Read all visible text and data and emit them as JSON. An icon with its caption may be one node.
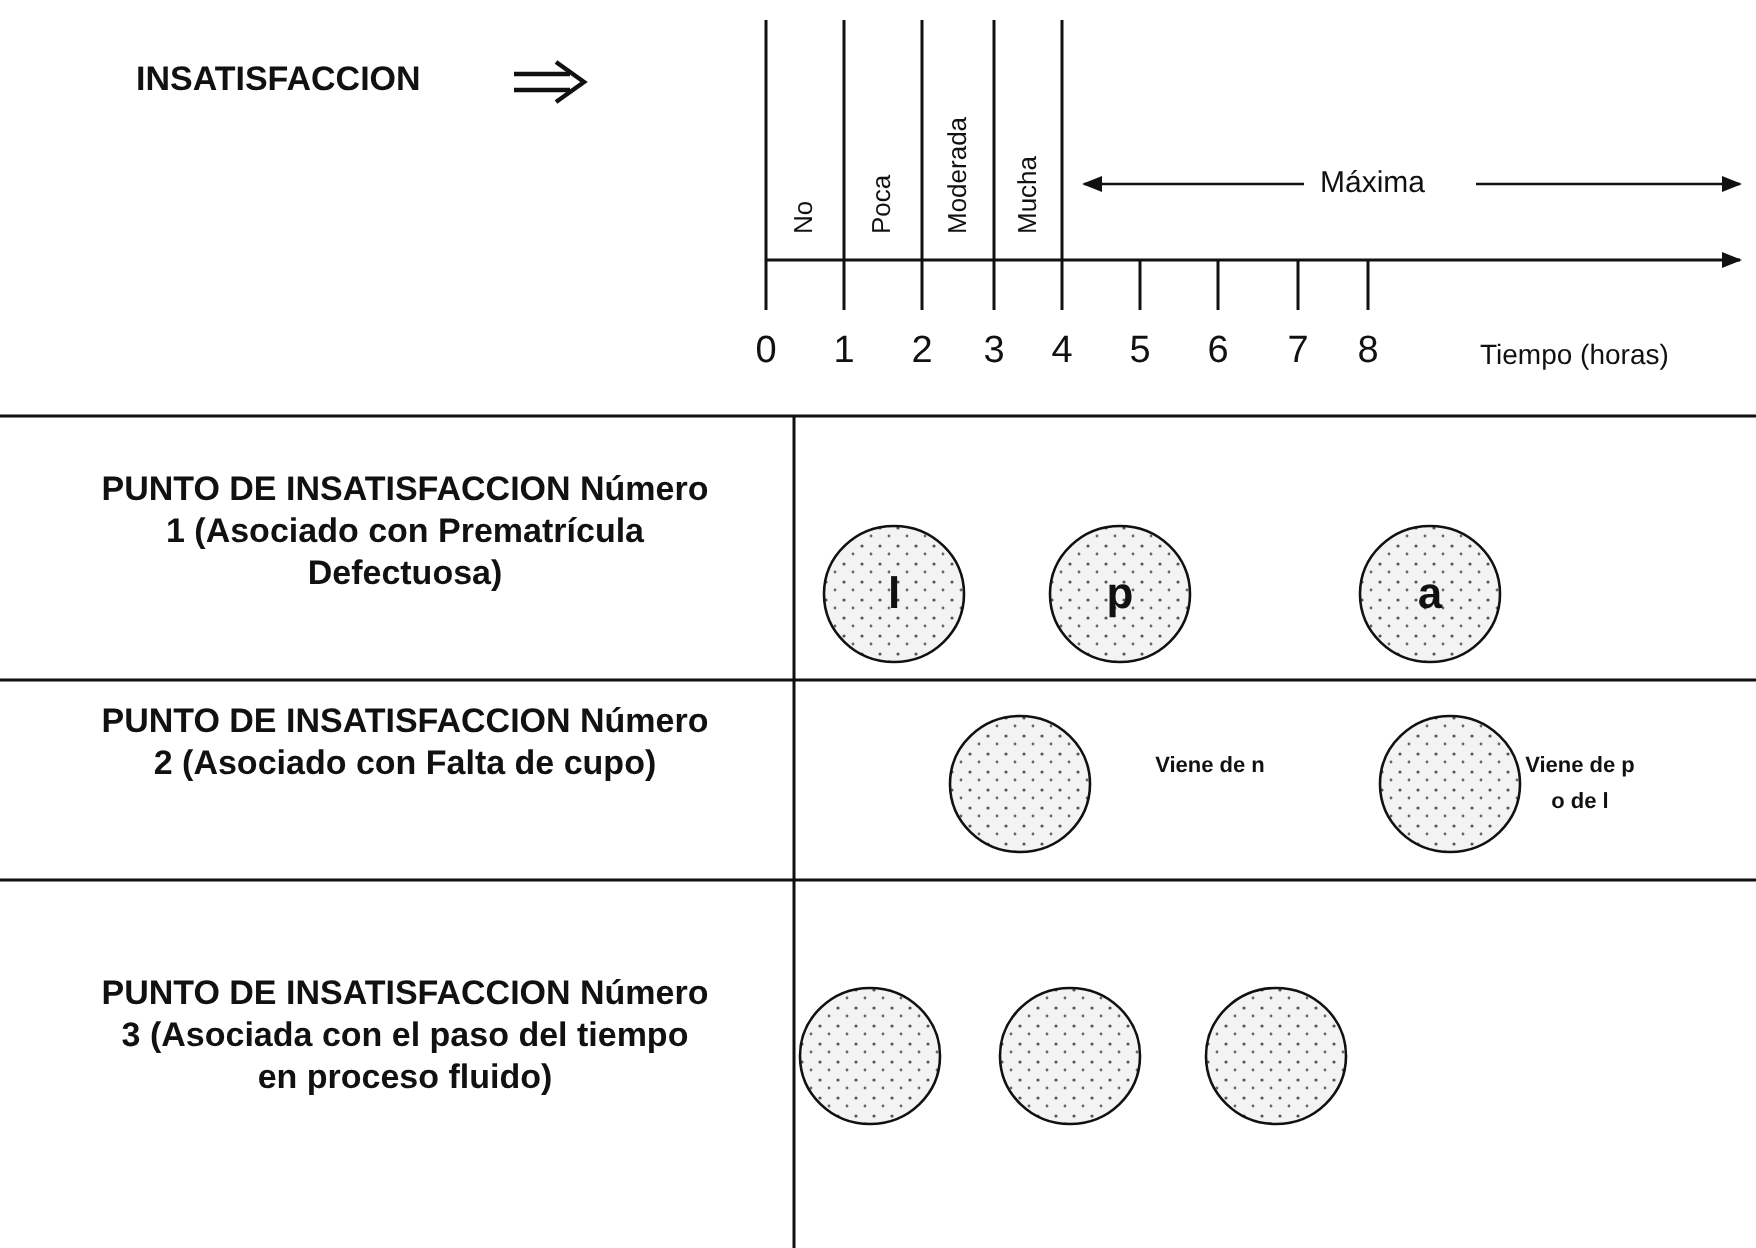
{
  "diagram": {
    "nodes": [
      {
        "text": [
          "l"
        ]
      },
      {
        "text": [
          "p"
        ]
      },
      {
        "text": [
          "a"
        ]
      },
      {
        "text": [],
        "shape": "circle",
        "beside": [
          "Viene de n"
        ]
      },
      {
        "text": [],
        "shape": "circle",
        "beside": [
          "Viene de p o de l"
        ]
      },
      {
        "text": [],
        "shape": "circle"
      },
      {
        "text": [],
        "shape": "circle"
      },
      {
        "text": [],
        "shape": "circle"
      }
    ],
    "edges": [],
    "labels": [
      "INSATISFACCION",
      "No",
      "Poca",
      "Moderada",
      "Mucha",
      "Máxima",
      "0",
      "1",
      "2",
      "3",
      "4",
      "5",
      "6",
      "7",
      "8",
      "Tiempo (horas)",
      "PUNTO DE INSATISFACCION Número 1 (Asociado con Prematrícula Defectuosa)",
      "PUNTO DE INSATISFACCION Número 2 (Asociado con Falta de cupo)",
      "PUNTO DE INSATISFACCION Número 3 (Asociada con el paso del tiempo en proceso fluido)"
    ]
  }
}
